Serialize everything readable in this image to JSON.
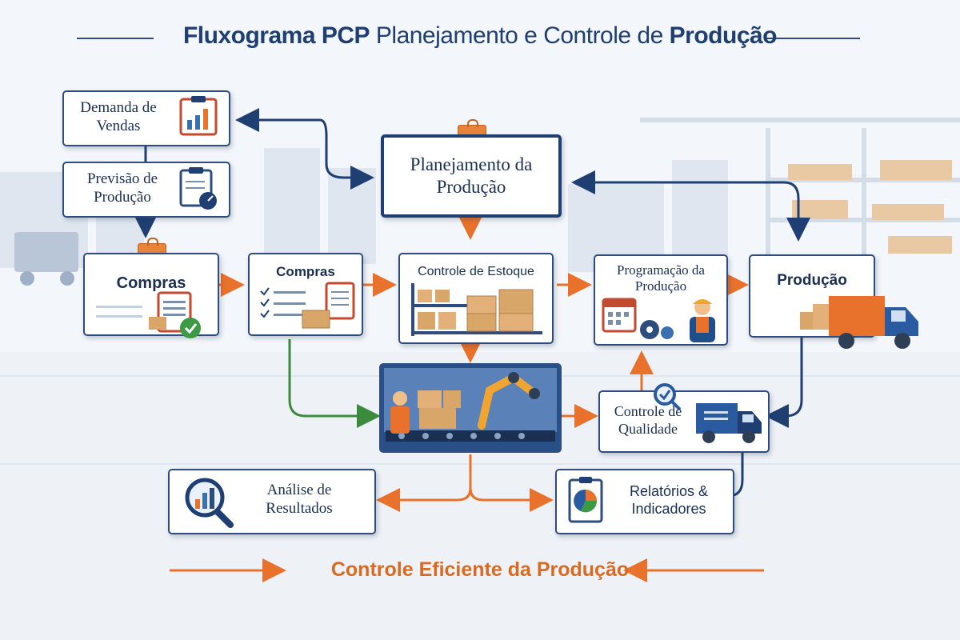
{
  "title": {
    "bold_part": "Fluxograma PCP",
    "normal_part": "Planejamento e Controle de",
    "bold_end": "Produção"
  },
  "nodes": {
    "demanda": "Demanda de Vendas",
    "previsao": "Previsão de Produção",
    "planejamento": "Planejamento da Produção",
    "compras_1": "Compras",
    "compras_2": "Compras",
    "estoque": "Controle de Estoque",
    "programacao": "Programação da Produção",
    "producao": "Produção",
    "qualidade": "Controle de Qualidade",
    "analise": "Análise de Resultados",
    "relatorios": "Relatórios & Indicadores"
  },
  "footer": "Controle Eficiente da Produção",
  "colors": {
    "navy": "#1f3f73",
    "orange": "#e8722c",
    "green": "#3c8a3e",
    "background": "#f3f6fa"
  }
}
